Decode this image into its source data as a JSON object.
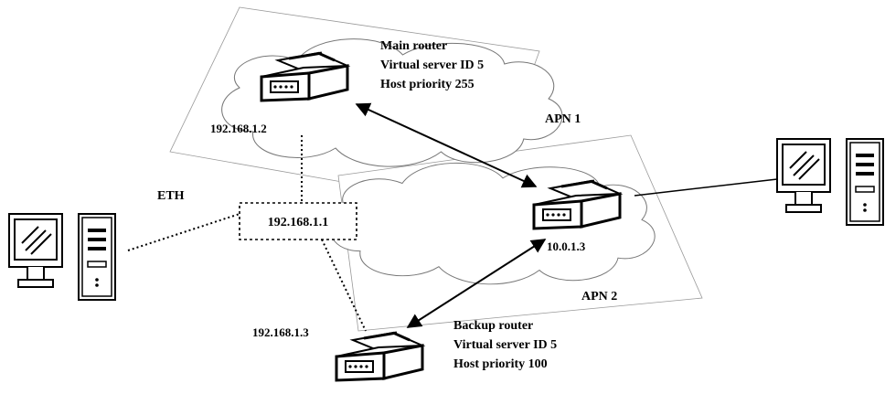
{
  "main_router": {
    "title": "Main router",
    "server_id": "Virtual server ID 5",
    "priority": "Host priority 255",
    "ip": "192.168.1.2"
  },
  "backup_router": {
    "title": "Backup router",
    "server_id": "Virtual server ID 5",
    "priority": "Host priority 100",
    "ip": "192.168.1.3"
  },
  "isp_router": {
    "ip": "10.0.1.3"
  },
  "virtual_ip": "192.168.1.1",
  "eth_label": "ETH",
  "apn1_label": "APN 1",
  "apn2_label": "APN 2",
  "icons": {
    "router": "router-icon",
    "computer": "desktop-computer-icon"
  }
}
